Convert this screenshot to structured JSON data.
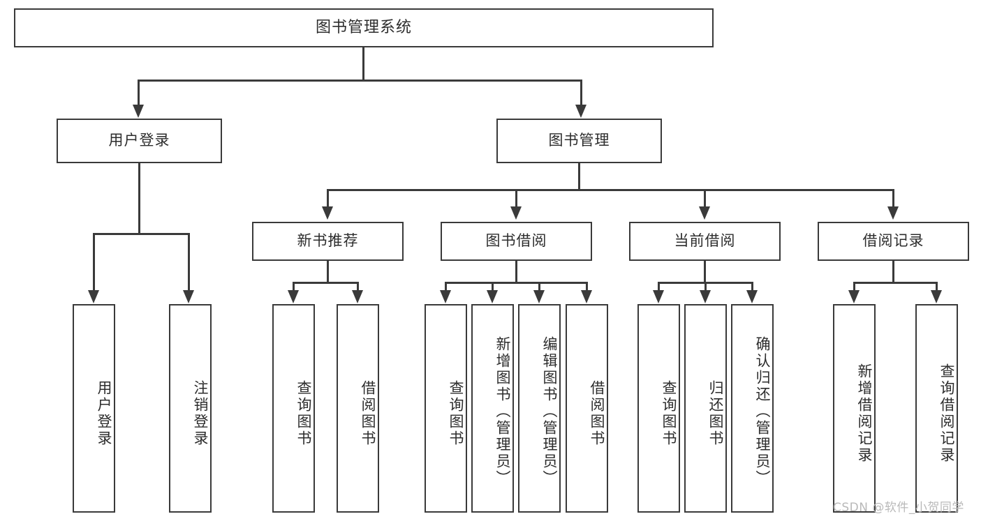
{
  "diagram": {
    "title": "图书管理系统",
    "type": "tree-hierarchy-chart",
    "levels": 4
  },
  "root": {
    "label": "图书管理系统"
  },
  "level2": [
    {
      "label": "用户登录"
    },
    {
      "label": "图书管理"
    }
  ],
  "level3": [
    {
      "label": "新书推荐"
    },
    {
      "label": "图书借阅"
    },
    {
      "label": "当前借阅"
    },
    {
      "label": "借阅记录"
    }
  ],
  "leaves": {
    "user_login": [
      {
        "label": "用户登录"
      },
      {
        "label": "注销登录"
      }
    ],
    "new_book_recommend": [
      {
        "label": "查询图书"
      },
      {
        "label": "借阅图书"
      }
    ],
    "book_borrow": [
      {
        "label": "查询图书"
      },
      {
        "label": "新增图书（管理员）"
      },
      {
        "label": "编辑图书（管理员）"
      },
      {
        "label": "借阅图书"
      }
    ],
    "current_borrow": [
      {
        "label": "查询图书"
      },
      {
        "label": "归还图书"
      },
      {
        "label": "确认归还（管理员）"
      }
    ],
    "borrow_record": [
      {
        "label": "新增借阅记录"
      },
      {
        "label": "查询借阅记录"
      }
    ]
  },
  "watermark": {
    "text": "CSDN @软件_小贺同学"
  },
  "colors": {
    "stroke": "#3a3a3a",
    "background": "#ffffff",
    "text": "#2c2c2c",
    "watermark": "#b9b9b9"
  }
}
